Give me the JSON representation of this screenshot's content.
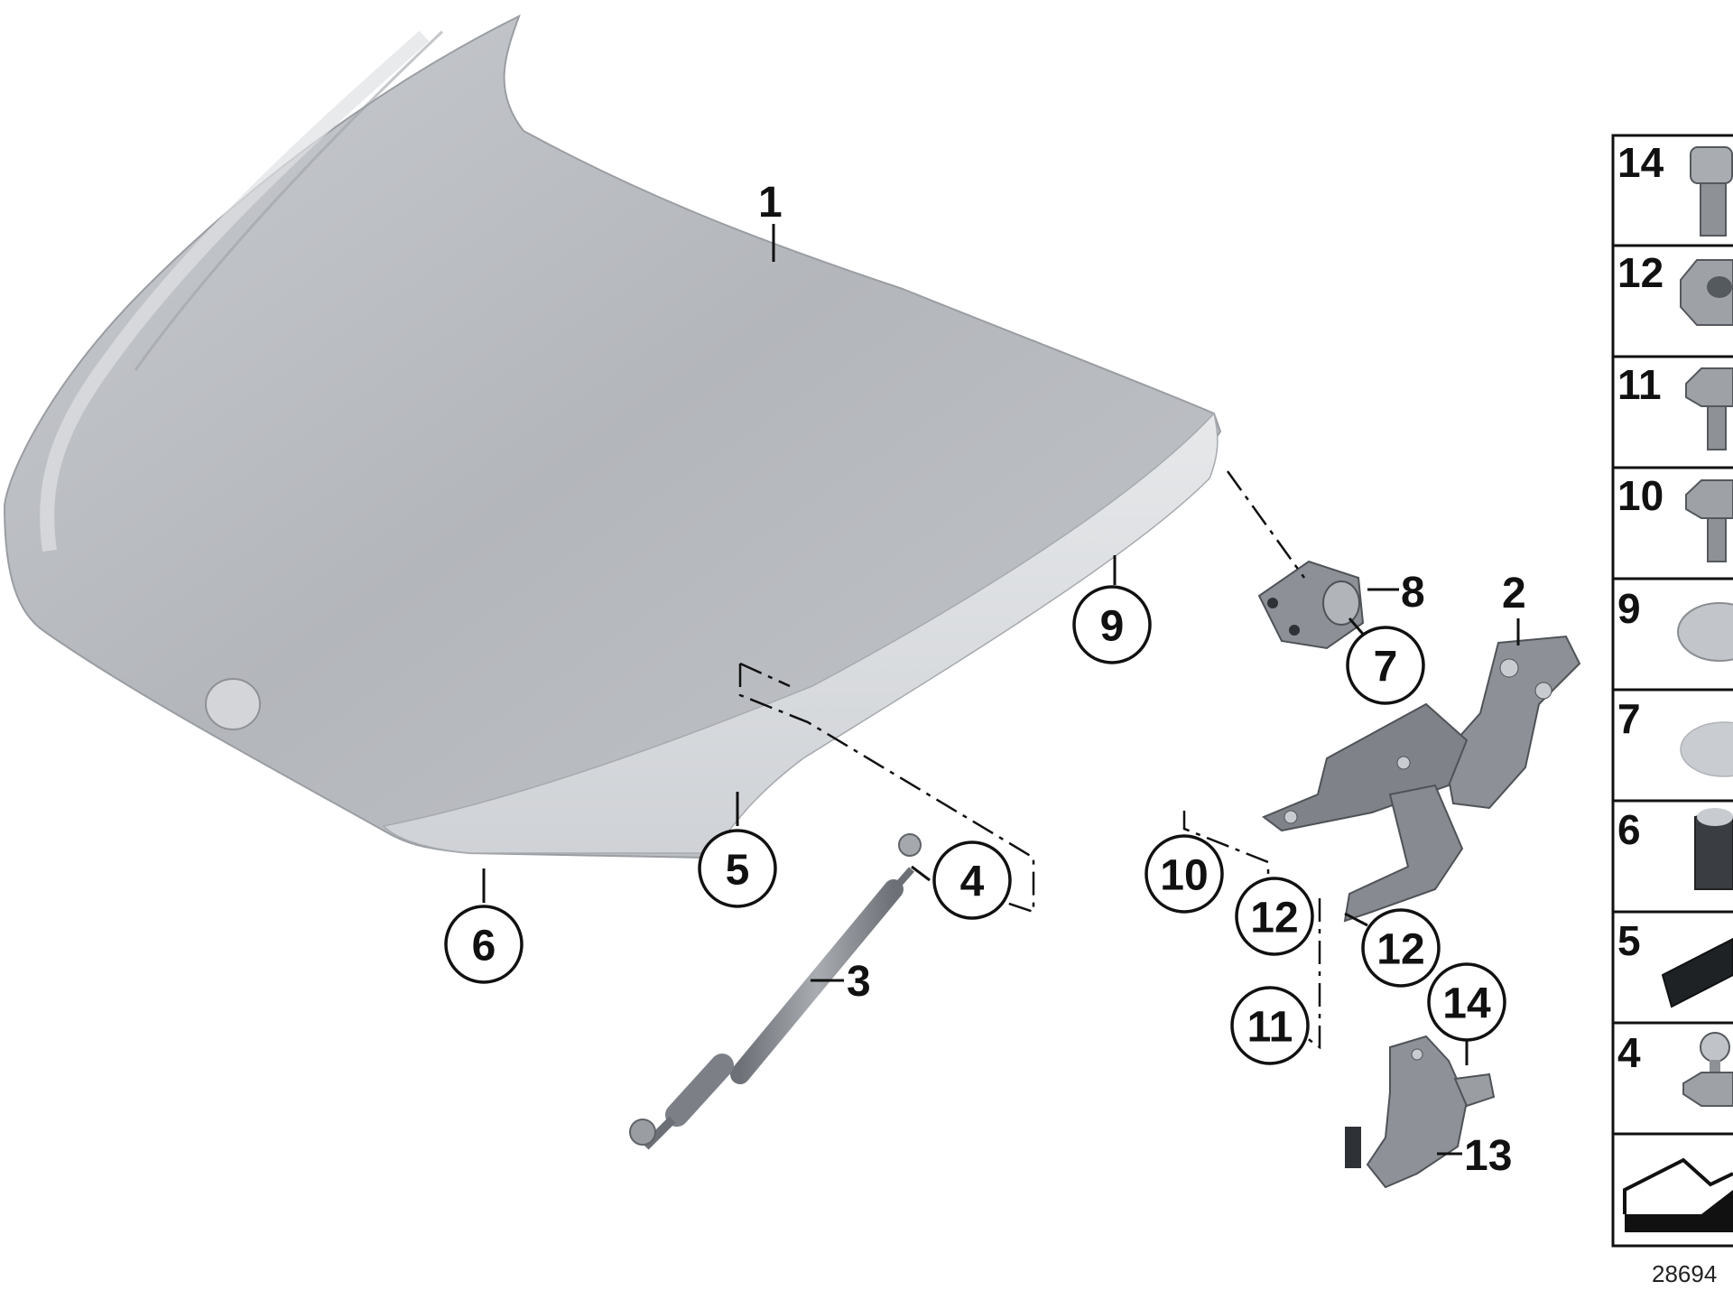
{
  "part_labels": {
    "p1": "1",
    "p2": "2",
    "p3": "3",
    "p4": "4",
    "p5": "5",
    "p6": "6",
    "p7": "7",
    "p8": "8",
    "p9": "9",
    "p10": "10",
    "p11a": "11",
    "p12a": "12",
    "p12b": "12",
    "p13": "13",
    "p14": "14"
  },
  "legend": {
    "items": [
      "14",
      "12",
      "11",
      "10",
      "9",
      "7",
      "6",
      "5",
      "4"
    ]
  },
  "reference_number": "28694",
  "colors": {
    "hood_light": "#d9dbdf",
    "hood_mid": "#b8bbc0",
    "hood_dark": "#9ea2a8",
    "metal": "#8c9096",
    "line": "#111111"
  }
}
